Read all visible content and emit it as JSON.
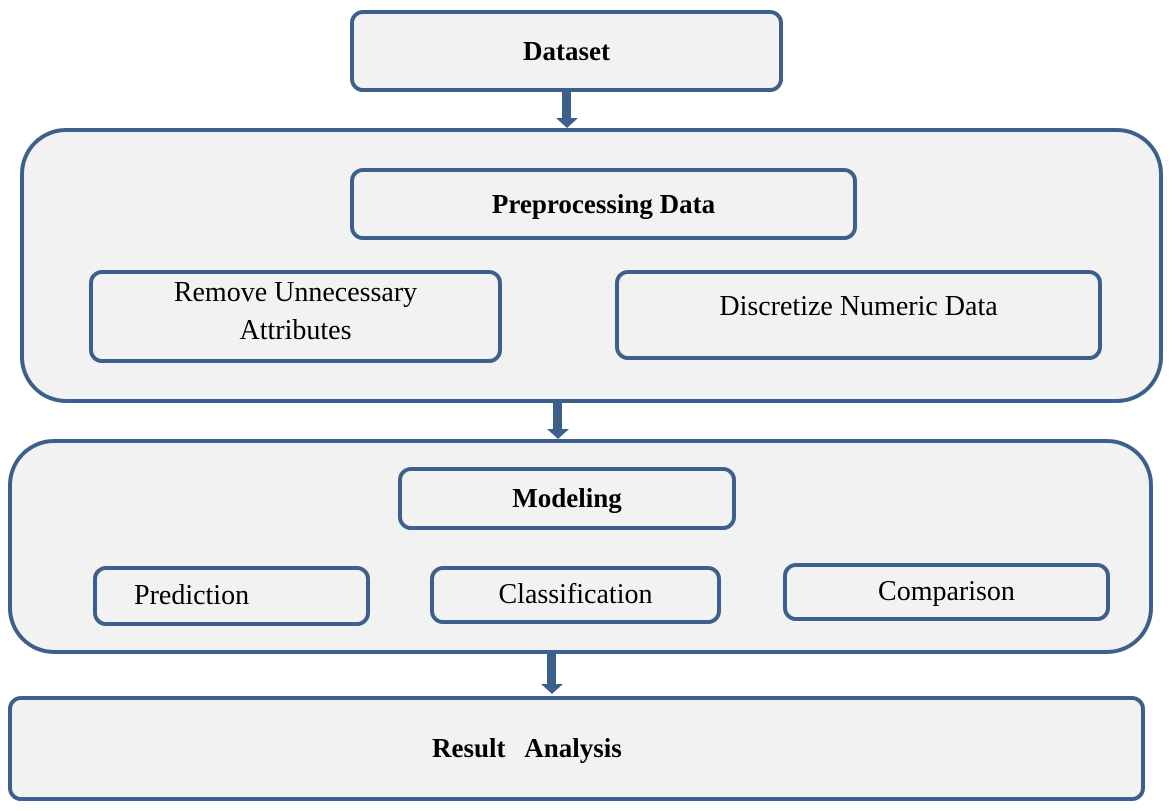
{
  "diagram": {
    "dataset": "Dataset",
    "preprocessing": {
      "title": "Preprocessing Data",
      "steps": [
        "Remove Unnecessary Attributes",
        "Discretize Numeric Data"
      ]
    },
    "modeling": {
      "title": "Modeling",
      "steps": [
        "Prediction",
        "Classification",
        "Comparison"
      ]
    },
    "result": "Result   Analysis"
  },
  "colors": {
    "border": "#3d5f8c",
    "fill": "#f2f2f2"
  }
}
